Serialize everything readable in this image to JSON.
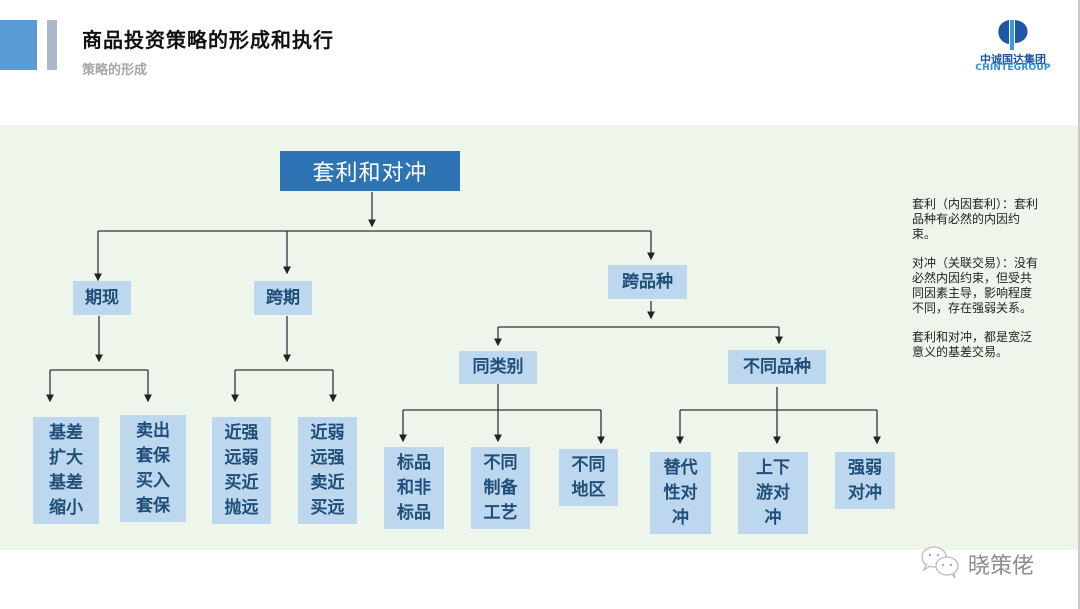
{
  "header": {
    "title": "商品投资策略的形成和执行",
    "subtitle": "策略的形成",
    "logo": {
      "chinese": "中诚国达集团",
      "english": "CHINTEGROUP"
    },
    "accent_colors": {
      "primary_bar": "#5b9bd5",
      "secondary_bar": "#adb9ca"
    }
  },
  "diagram": {
    "root": "套利和对冲",
    "level1": {
      "qixian": {
        "label": "期现",
        "children": [
          "基差扩大基差缩小",
          "卖出套保买入套保"
        ],
        "children_lines": [
          [
            "基差",
            "扩大",
            "基差",
            "缩小"
          ],
          [
            "卖出",
            "套保",
            "买入",
            "套保"
          ]
        ]
      },
      "kuaqi": {
        "label": "跨期",
        "children_lines": [
          [
            "近强",
            "远弱",
            "买近",
            "抛远"
          ],
          [
            "近弱",
            "远强",
            "卖近",
            "买远"
          ]
        ]
      },
      "kuapinzhong": {
        "label": "跨品种",
        "tonglei": {
          "label": "同类别",
          "children_lines": [
            [
              "标品",
              "和非",
              "标品"
            ],
            [
              "不同",
              "制备",
              "工艺"
            ],
            [
              "不同",
              "地区"
            ]
          ]
        },
        "butong": {
          "label": "不同品种",
          "children_lines": [
            [
              "替代",
              "性对",
              "冲"
            ],
            [
              "上下",
              "游对",
              "冲"
            ],
            [
              "强弱",
              "对冲"
            ]
          ]
        }
      }
    },
    "colors": {
      "root_fill": "#2e74b5",
      "node_fill": "#bdd7ee",
      "node_text": "#1f4e79",
      "panel_bg": "#eef5ea"
    }
  },
  "notes": [
    "套利（内因套利）：套利品种有必然的内因约束。",
    "对冲（关联交易）：没有必然内因约束，但受共同因素主导，影响程度不同，存在强弱关系。",
    "套利和对冲，都是宽泛意义的基差交易。"
  ],
  "watermark": {
    "text": "晓策佬",
    "icon": "wechat-icon"
  }
}
